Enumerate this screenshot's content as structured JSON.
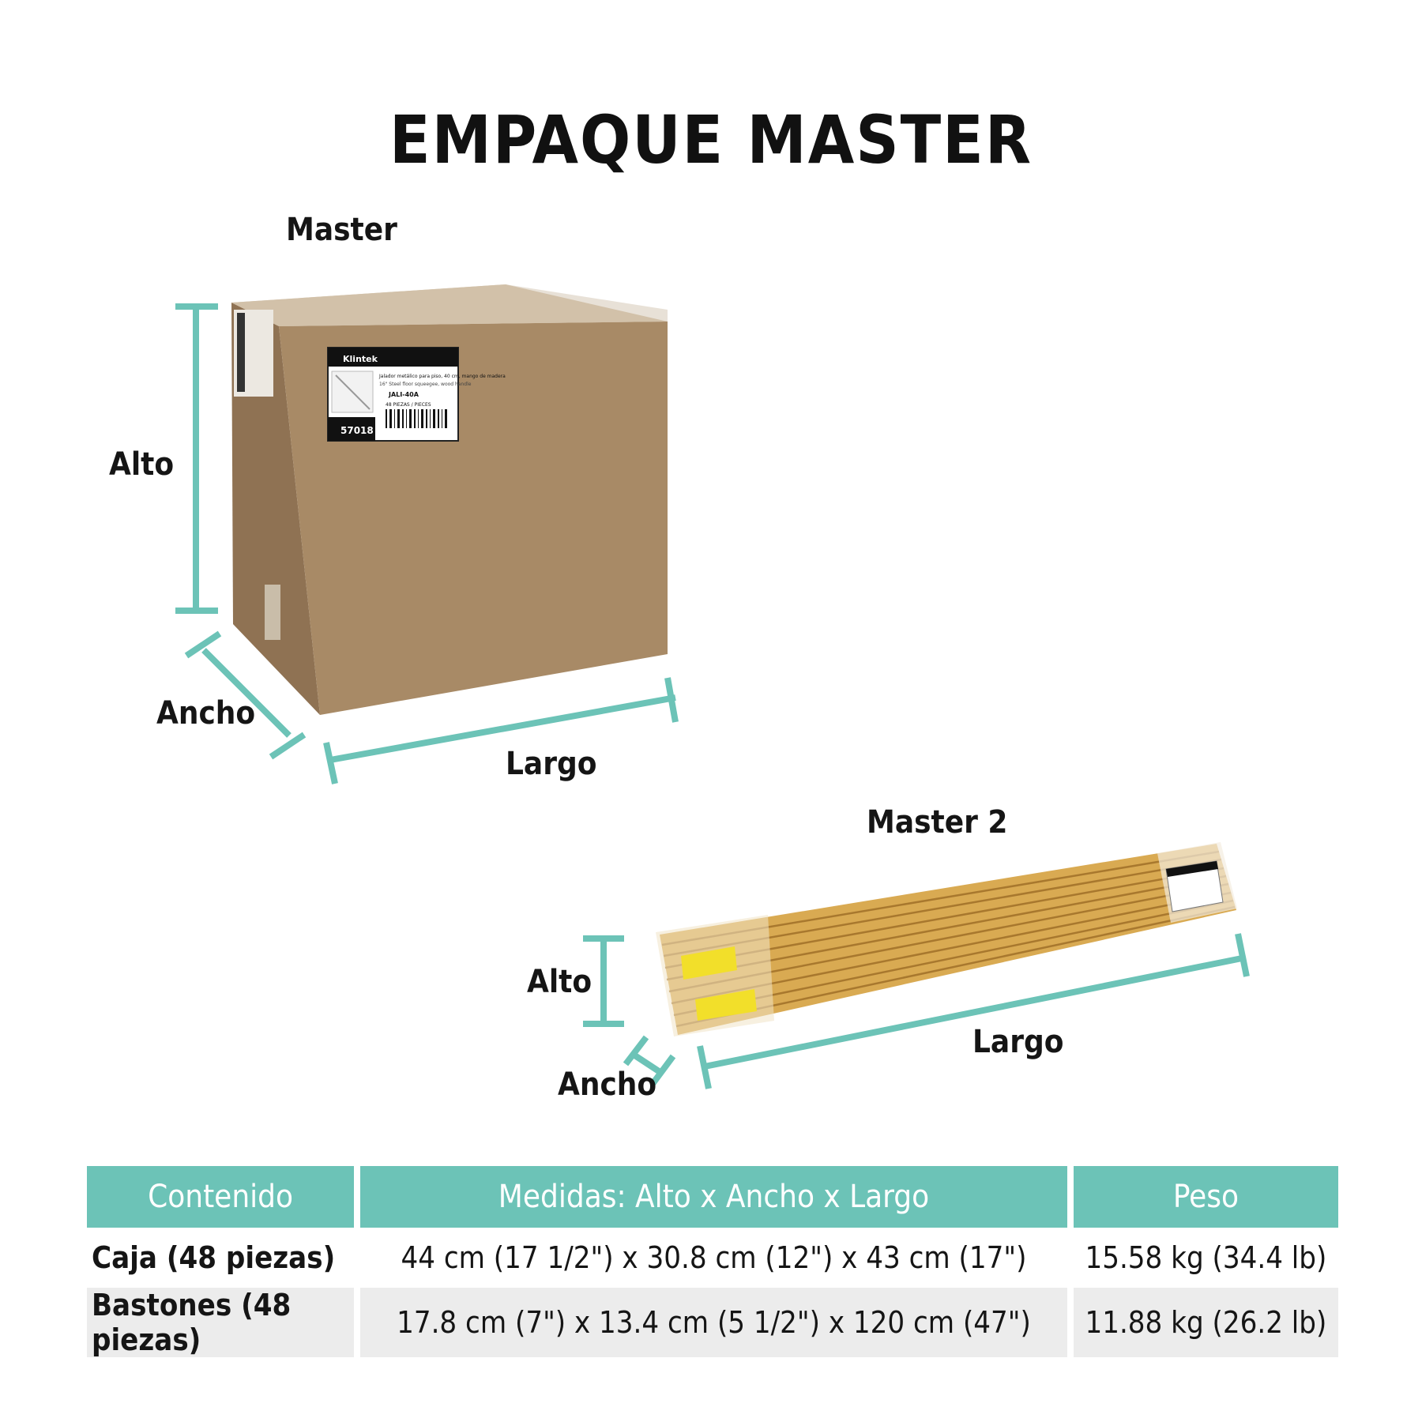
{
  "title": "EMPAQUE MASTER",
  "master1": {
    "label": "Master",
    "alto": "Alto",
    "ancho": "Ancho",
    "largo": "Largo",
    "box_label": {
      "brand": "Klintek",
      "desc_es": "Jalador metálico para piso, 40 cm, mango de madera",
      "desc_en": "16\" Steel floor squeegee, wood handle",
      "model": "JALI-40A",
      "qty": "48 PIEZAS / PIECES",
      "code": "57018"
    }
  },
  "master2": {
    "label": "Master 2",
    "alto": "Alto",
    "ancho": "Ancho",
    "largo": "Largo"
  },
  "table": {
    "headers": [
      "Contenido",
      "Medidas: Alto x Ancho x Largo",
      "Peso"
    ],
    "rows": [
      {
        "contenido": "Caja  (48 piezas)",
        "medidas": "44 cm (17  1/2\") x 30.8 cm (12\") x 43 cm (17\")",
        "peso": "15.58 kg (34.4 lb)"
      },
      {
        "contenido": "Bastones (48 piezas)",
        "medidas": "17.8 cm (7\") x 13.4 cm (5  1/2\") x 120 cm (47\")",
        "peso": "11.88 kg (26.2 lb)"
      }
    ]
  },
  "colors": {
    "accent": "#6cc3b7",
    "cardboard": "#a88a66",
    "wood": "#d9aa52"
  }
}
